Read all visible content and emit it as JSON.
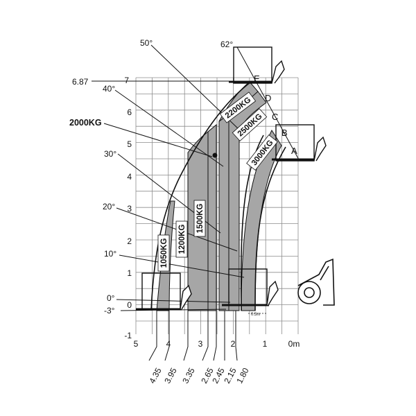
{
  "y_ticks": [
    "7",
    "6",
    "5",
    "4",
    "3",
    "2",
    "1",
    "0",
    "-1"
  ],
  "x_ticks": [
    "5",
    "4",
    "3",
    "2",
    "1",
    "0m"
  ],
  "extra_y_labels": {
    "max_height": "6.87",
    "neg": "-3°"
  },
  "angles": [
    "62°",
    "50°",
    "40°",
    "30°",
    "20°",
    "10°",
    "0°"
  ],
  "reach_labels": [
    "4.35",
    "3.95",
    "3.35",
    "2.65",
    "2.45",
    "2.15",
    "1.80"
  ],
  "zone_labels": {
    "z1050": "1050KG",
    "z1200": "1200KG",
    "z1500": "1500KG",
    "z2000": "2000KG",
    "z2200": "2200KG",
    "z2500": "2500KG",
    "z3000": "3000KG"
  },
  "points": [
    "A",
    "B",
    "C",
    "D",
    "E"
  ],
  "scale_note": "0.5m",
  "colors": {
    "zone_fill": "#a6a6a6",
    "grid": "#8c8c8c",
    "line": "#111111",
    "background": "#ffffff"
  }
}
